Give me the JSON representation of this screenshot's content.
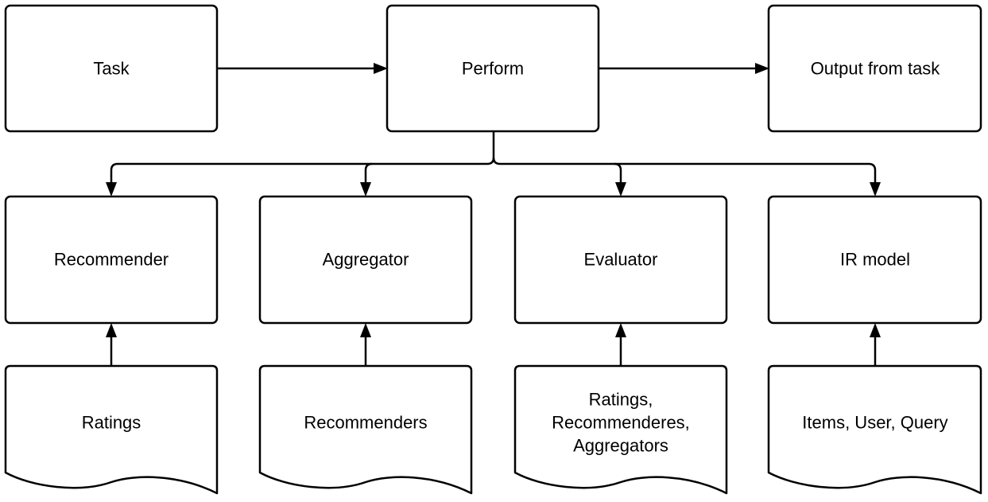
{
  "diagram": {
    "top_row": {
      "task": "Task",
      "perform": "Perform",
      "output": "Output from task"
    },
    "components": {
      "recommender": "Recommender",
      "aggregator": "Aggregator",
      "evaluator": "Evaluator",
      "ir_model": "IR model"
    },
    "inputs": {
      "ratings": "Ratings",
      "recommenders": "Recommenders",
      "evaluator_inputs": [
        "Ratings,",
        "Recommenderes,",
        "Aggregators"
      ],
      "items_user_query": "Items, User, Query"
    },
    "colors": {
      "stroke": "#000000",
      "fill": "#ffffff",
      "text": "#000000"
    }
  }
}
